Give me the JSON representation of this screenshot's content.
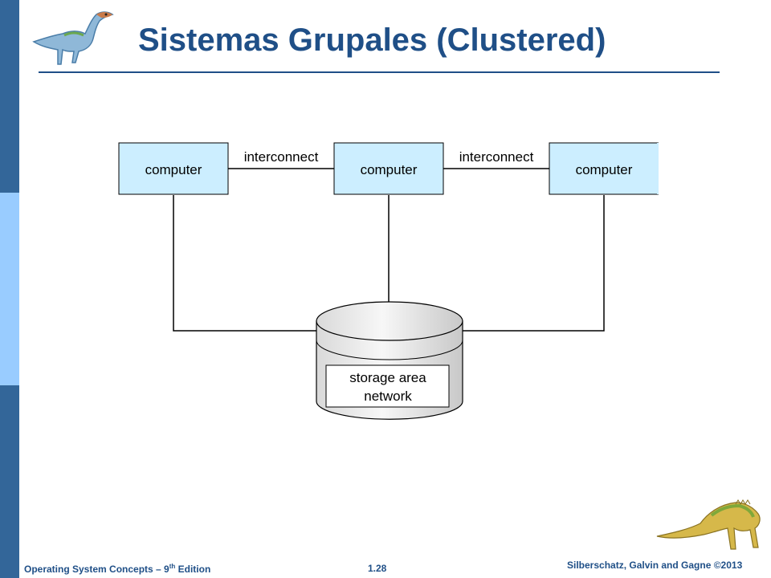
{
  "slide": {
    "title": "Sistemas Grupales (Clustered)"
  },
  "diagram": {
    "computers": [
      {
        "label": "computer"
      },
      {
        "label": "computer"
      },
      {
        "label": "computer"
      }
    ],
    "links": [
      {
        "label": "interconnect"
      },
      {
        "label": "interconnect"
      }
    ],
    "storage": {
      "line1": "storage area",
      "line2": "network"
    }
  },
  "footer": {
    "book_prefix": "Operating System Concepts – 9",
    "book_sup": "th",
    "book_suffix": " Edition",
    "page": "1.28",
    "copyright": "Silberschatz, Galvin and Gagne ©2013"
  },
  "colors": {
    "title": "#1f4f87",
    "sidebar_dark": "#336699",
    "sidebar_light": "#99ccff",
    "computer_fill": "#cceeff"
  },
  "icons": {
    "top_left": "dinosaur-icon",
    "bottom_right": "dinosaur-icon"
  }
}
